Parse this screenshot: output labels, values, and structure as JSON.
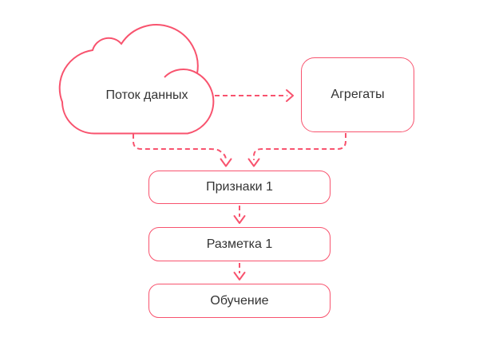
{
  "colors": {
    "accent": "#f8536e",
    "text": "#333333",
    "background": "#ffffff"
  },
  "nodes": {
    "cloud": {
      "label": "Поток данных",
      "shape": "cloud"
    },
    "aggregates": {
      "label": "Агрегаты",
      "shape": "rounded-rect"
    },
    "features": {
      "label": "Признаки 1",
      "shape": "rounded-rect"
    },
    "markup": {
      "label": "Разметка 1",
      "shape": "rounded-rect"
    },
    "training": {
      "label": "Обучение",
      "shape": "rounded-rect"
    }
  },
  "edges": [
    {
      "from": "cloud",
      "to": "aggregates",
      "style": "dashed-arrow"
    },
    {
      "from": "cloud",
      "to": "features",
      "style": "dashed-arrow"
    },
    {
      "from": "aggregates",
      "to": "features",
      "style": "dashed-arrow"
    },
    {
      "from": "features",
      "to": "markup",
      "style": "dashed-arrow"
    },
    {
      "from": "markup",
      "to": "training",
      "style": "dashed-arrow"
    }
  ]
}
